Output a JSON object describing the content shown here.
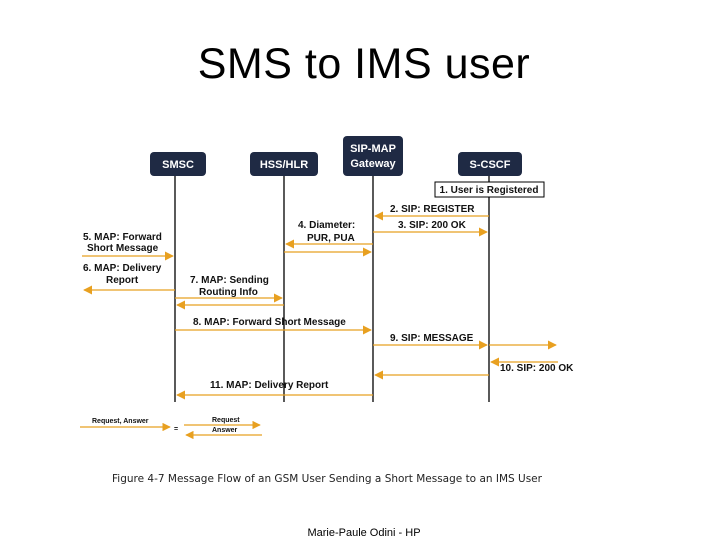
{
  "title": "SMS to IMS user",
  "footer": "Marie-Paule Odini - HP",
  "entities": {
    "smsc": "SMSC",
    "hss": "HSS/HLR",
    "gateway_line1": "SIP-MAP",
    "gateway_line2": "Gateway",
    "cscf": "S-CSCF"
  },
  "note_registered": "1. User is Registered",
  "messages": {
    "m2": "2. SIP: REGISTER",
    "m3": "3. SIP: 200 OK",
    "m4_line1": "4. Diameter:",
    "m4_line2": "PUR, PUA",
    "m5_line1": "5. MAP: Forward",
    "m5_line2": "Short Message",
    "m6_line1": "6. MAP: Delivery",
    "m6_line2": "Report",
    "m7_line1": "7. MAP: Sending",
    "m7_line2": "Routing Info",
    "m8": "8. MAP: Forward Short Message",
    "m9": "9. SIP: MESSAGE",
    "m10": "10. SIP: 200 OK",
    "m11": "11. MAP: Delivery Report"
  },
  "legend": {
    "request_answer": "Request, Answer",
    "request": "Request",
    "answer": "Answer",
    "separator": "="
  },
  "caption": "Figure 4-7 Message Flow of an GSM User Sending a Short Message to an IMS User",
  "colors": {
    "box": "#1f2a44",
    "arrow": "#e8a020",
    "lifeline": "#000000"
  }
}
